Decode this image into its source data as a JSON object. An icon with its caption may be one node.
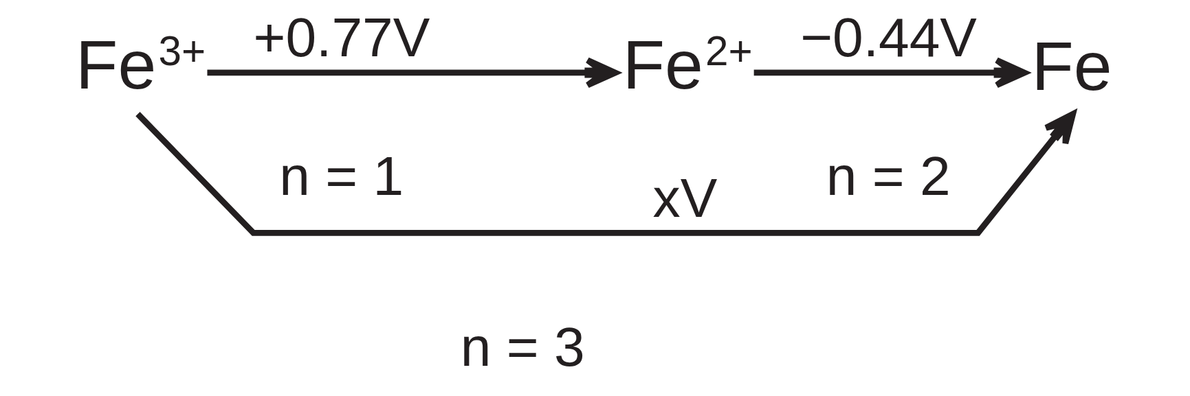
{
  "diagram": {
    "nodes": [
      {
        "text": [
          "Fe$^{3+}$"
        ]
      },
      {
        "text": [
          "Fe$^{2+}$"
        ]
      },
      {
        "text": [
          "Fe"
        ]
      }
    ],
    "edges": [
      {
        "from": 0,
        "to": 1,
        "arrow": "to",
        "label": "+0.77V"
      },
      {
        "from": 1,
        "to": 2,
        "arrow": "to",
        "label": "−0.44V"
      },
      {
        "from": 0,
        "to": 2,
        "arrow": "to",
        "label": "xV"
      }
    ],
    "labels": [
      "n = 1",
      "n = 2",
      "n = 3"
    ]
  }
}
